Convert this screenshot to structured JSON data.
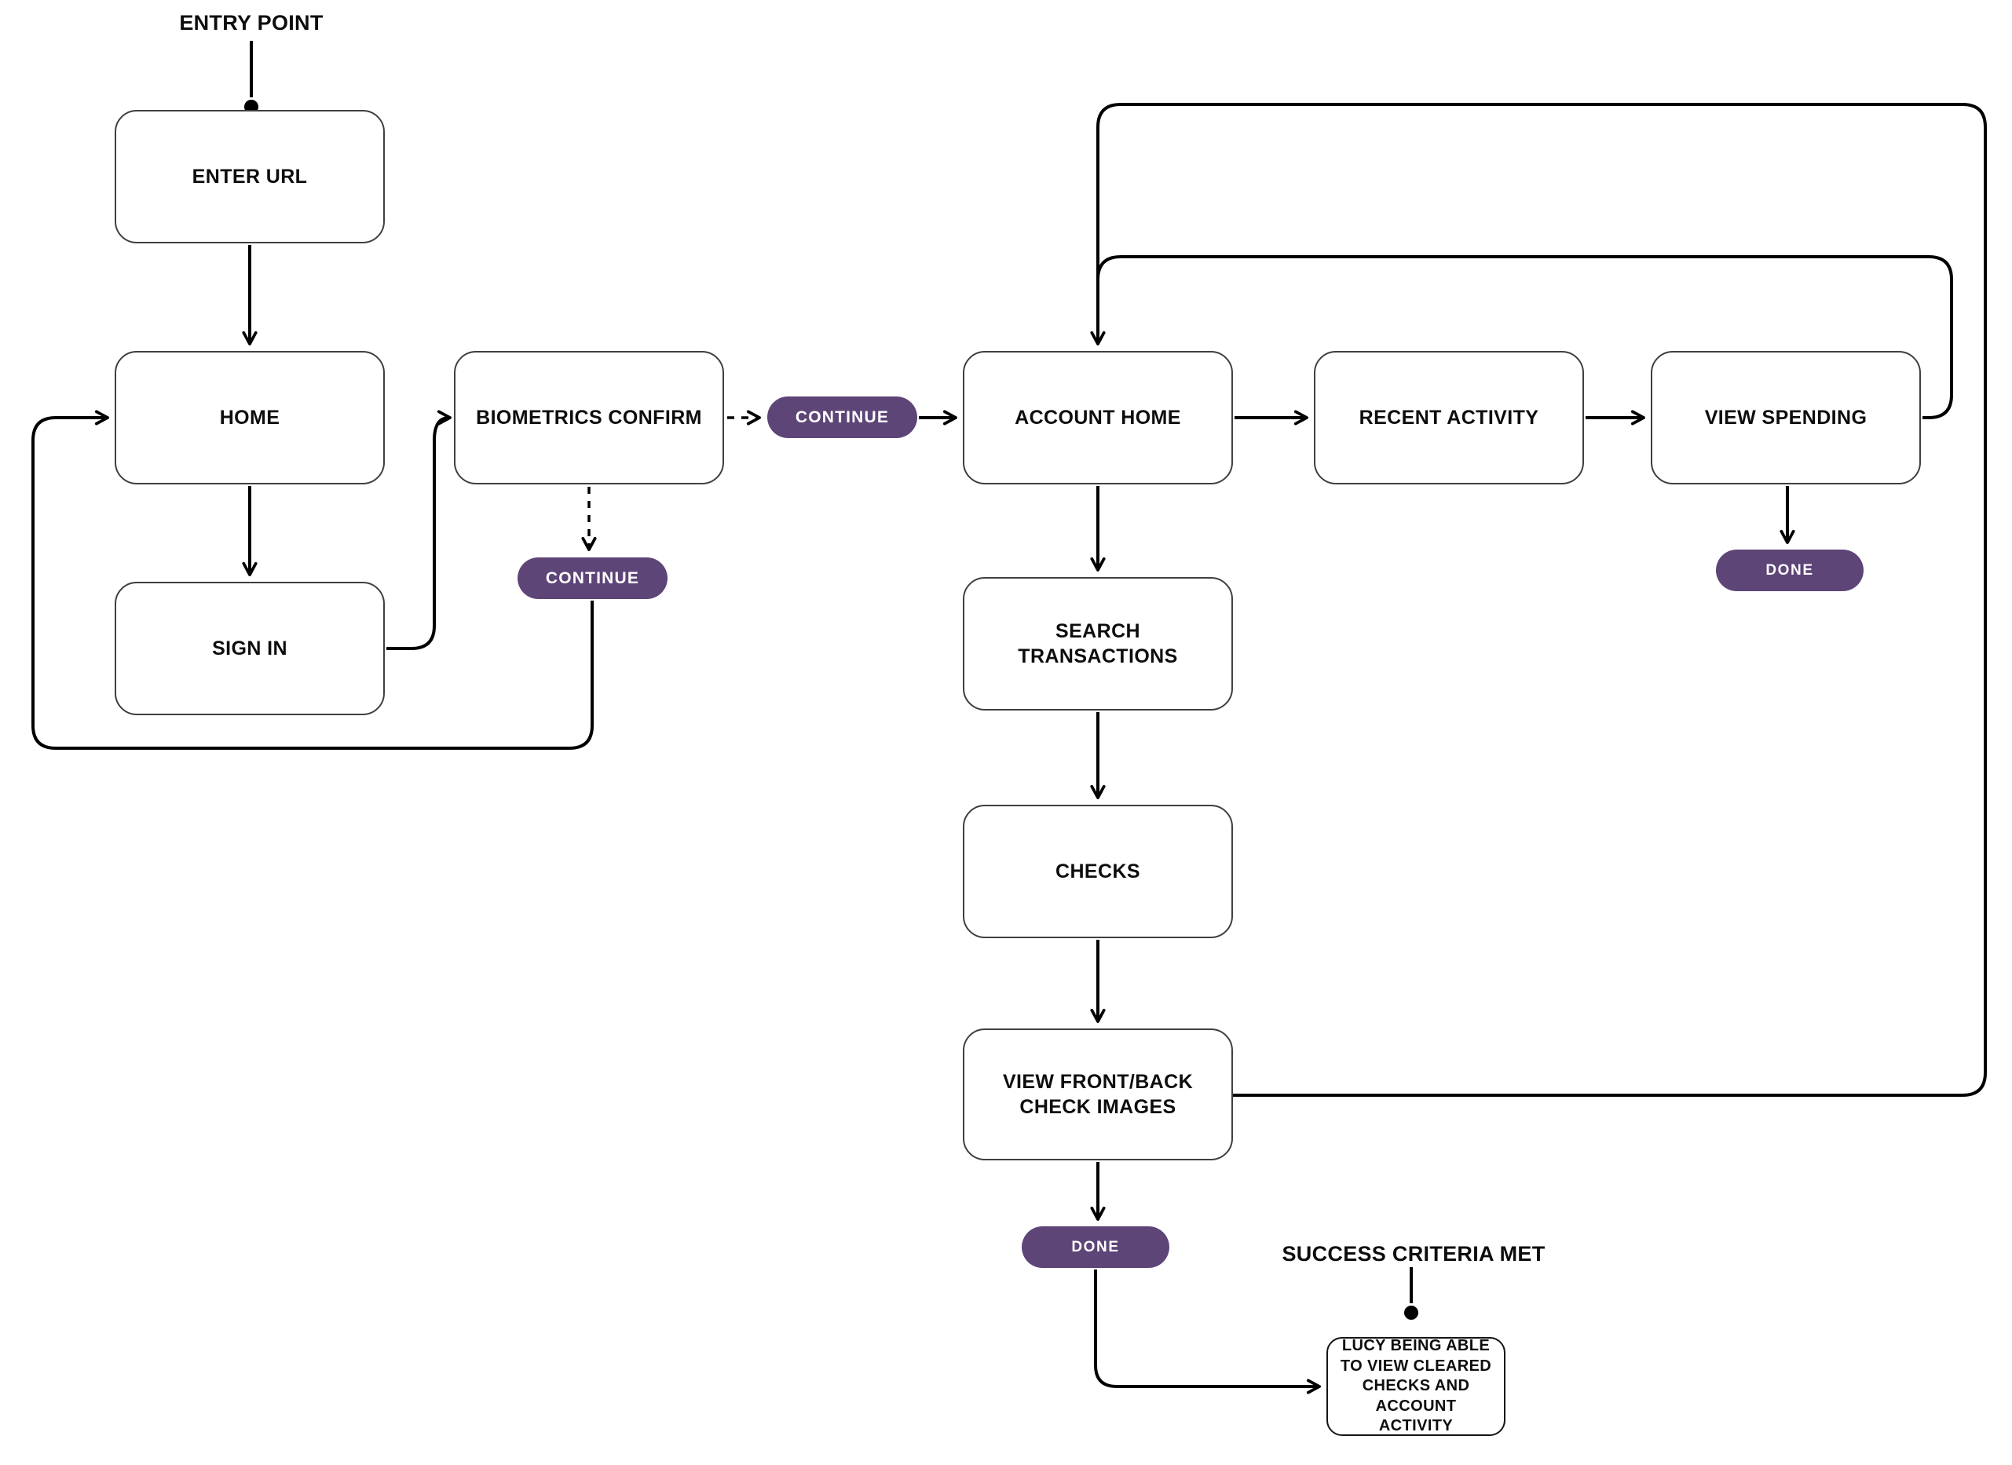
{
  "diagram": {
    "background": "#ffffff",
    "accent_purple": "#5d4577",
    "line_color": "#000000",
    "box_border_color": "#3f3f3f",
    "labels": {
      "entry_point": "ENTRY POINT",
      "success_criteria": "SUCCESS CRITERIA MET"
    },
    "nodes": {
      "enter_url": {
        "label": "ENTER URL"
      },
      "home": {
        "label": "HOME"
      },
      "sign_in": {
        "label": "SIGN IN"
      },
      "biometrics_confirm": {
        "label": "BIOMETRICS CONFIRM"
      },
      "account_home": {
        "label": "ACCOUNT HOME"
      },
      "recent_activity": {
        "label": "RECENT ACTIVITY"
      },
      "view_spending": {
        "label": "VIEW SPENDING"
      },
      "search_transactions": {
        "label": "SEARCH TRANSACTIONS"
      },
      "checks": {
        "label": "CHECKS"
      },
      "view_front_back": {
        "label": "VIEW FRONT/BACK CHECK IMAGES"
      },
      "success_outcome": {
        "label": "LUCY BEING ABLE TO VIEW CLEARED CHECKS AND ACCOUNT ACTIVITY"
      }
    },
    "actions": {
      "continue_main": {
        "label": "CONTINUE"
      },
      "continue_alt": {
        "label": "CONTINUE"
      },
      "done_spending": {
        "label": "DONE"
      },
      "done_checks": {
        "label": "DONE"
      }
    }
  }
}
